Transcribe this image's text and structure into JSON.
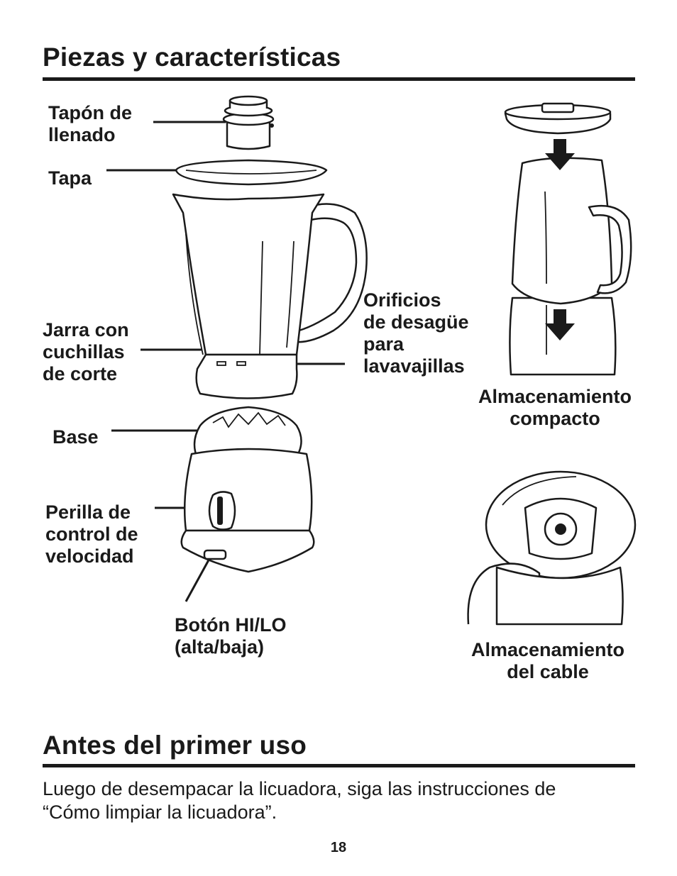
{
  "section1": {
    "title": "Piezas y características"
  },
  "labels": {
    "fill_cap": [
      "Tapón de",
      "llenado"
    ],
    "lid": "Tapa",
    "jar": [
      "Jarra con",
      "cuchillas",
      "de corte"
    ],
    "base": "Base",
    "speed_knob": [
      "Perilla de",
      "control de",
      "velocidad"
    ],
    "hilo_button": [
      "Botón HI/LO",
      "(alta/baja)"
    ],
    "drain_holes": [
      "Orificios",
      "de desagüe",
      "para",
      "lavavajillas"
    ],
    "compact_storage": [
      "Almacenamiento",
      "compacto"
    ],
    "cord_storage": [
      "Almacenamiento",
      "del cable"
    ]
  },
  "section2": {
    "title": "Antes del primer uso",
    "body": [
      "Luego de desempacar la licuadora, siga las instrucciones de",
      "“Cómo limpiar la licuadora”."
    ]
  },
  "page_number": "18"
}
